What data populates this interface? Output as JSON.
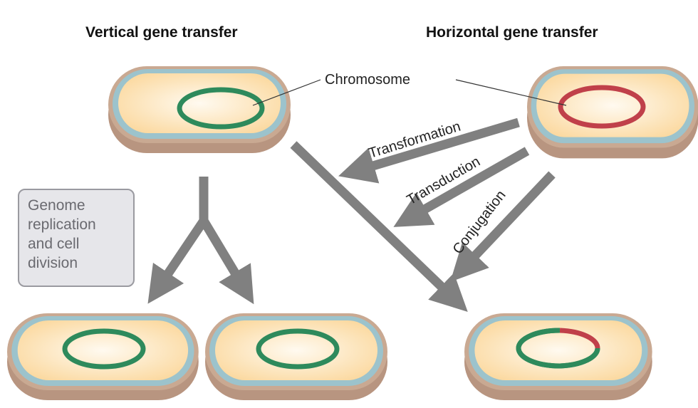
{
  "titles": {
    "vertical": "Vertical gene transfer",
    "horizontal": "Horizontal gene transfer"
  },
  "labels": {
    "chromosome": "Chromosome",
    "transformation": "Transformation",
    "transduction": "Transduction",
    "conjugation": "Conjugation"
  },
  "note": [
    "Genome",
    "replication",
    "and cell",
    "division"
  ],
  "colors": {
    "arrow": "#808080",
    "cytoplasm": "#fde7c0",
    "membrane": "#9cc3cc",
    "wall": "#c9a992",
    "chromosome_donor": "#c0404a",
    "chromosome_recipient": "#2e8a5c"
  }
}
